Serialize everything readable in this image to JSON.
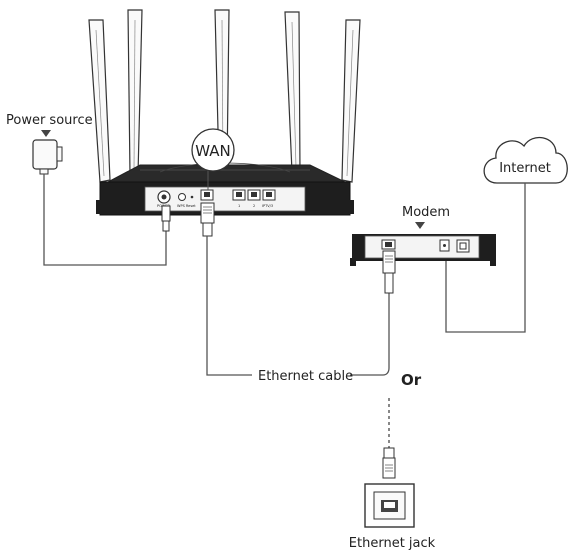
{
  "labels": {
    "power_source": "Power source",
    "wan": "WAN",
    "internet": "Internet",
    "modem": "Modem",
    "ethernet_cable": "Ethernet cable",
    "or": "Or",
    "ethernet_jack": "Ethernet jack"
  },
  "router_port_labels": {
    "power": "POWER",
    "wps_reset": "WPS Reset",
    "wan": "WAN",
    "lan1": "1",
    "lan2": "2",
    "lan3": "IPTV/3"
  },
  "colors": {
    "line": "#555555",
    "device_body": "#1e1e1e",
    "panel": "#f4f4f4",
    "cable": "#7a7a7a"
  },
  "icons": [
    "power-adapter-icon",
    "router-icon",
    "cloud-icon",
    "modem-icon",
    "rj45-plug-icon",
    "wall-jack-icon",
    "arrow-down-icon"
  ]
}
